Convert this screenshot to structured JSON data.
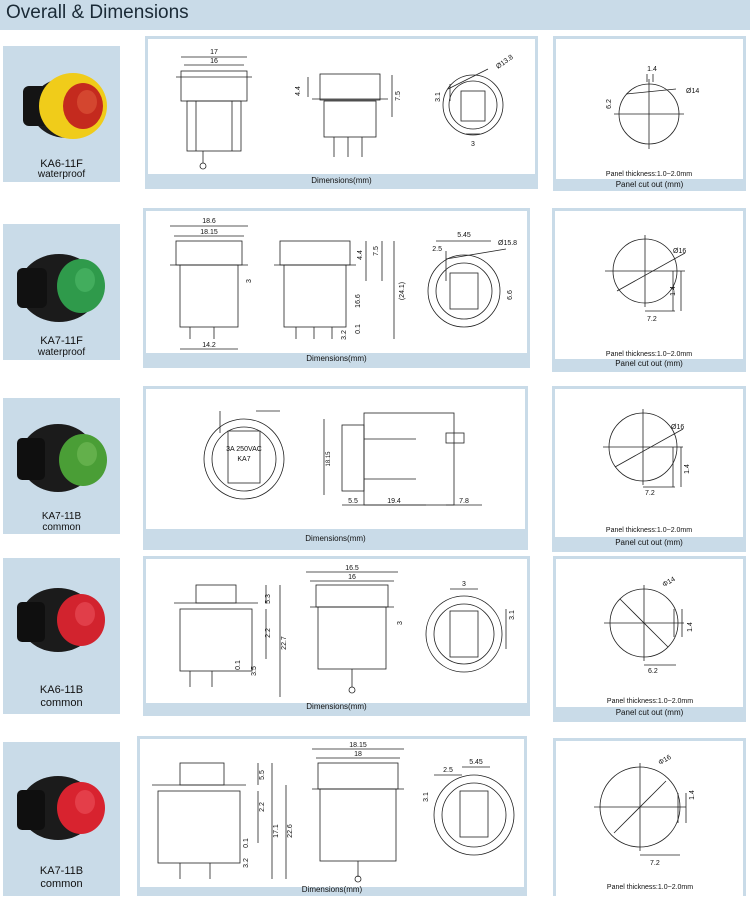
{
  "header": {
    "title": "Overall & Dimensions"
  },
  "rows": [
    {
      "model": "KA6-11F",
      "type": "waterproof",
      "cap_color": "#2e8b3a",
      "ring_color": "#f2d21e",
      "dims_caption": "Dimensions(mm)",
      "panel_thickness": "Panel thickness:1.0~2.0mm",
      "cut_caption": "Panel cut out  (mm)",
      "dims": [
        "17",
        "16",
        "4.4",
        "7.5",
        "3.1",
        "3",
        "Ø13.8"
      ],
      "cut": [
        "1.4",
        "6.2",
        "Ø14"
      ]
    },
    {
      "model": "KA7-11F",
      "type": "waterproof",
      "cap_color": "#2f9a4b",
      "ring_color": "#1b1b1b",
      "dims_caption": "Dimensions(mm)",
      "panel_thickness": "Panel thickness:1.0~2.0mm",
      "cut_caption": "Panel cut out (mm)",
      "dims": [
        "18.6",
        "18.15",
        "3",
        "14.2",
        "4.4",
        "7.5",
        "16.6",
        "0.1",
        "3.2",
        "(24.1)",
        "5.45",
        "2.5",
        "Ø15.8",
        "6.6"
      ],
      "cut": [
        "Ø16",
        "1.4",
        "7.2"
      ]
    },
    {
      "model": "KA7-11B",
      "type": "common",
      "cap_color": "#4a9e36",
      "ring_color": "#1b1b1b",
      "dims_caption": "Dimensions(mm)",
      "panel_thickness": "Panel thickness:1.0~2.0mm",
      "cut_caption": "Panel cut out (mm)",
      "dims": [
        "3A 250VAC",
        "KA7",
        "18.15",
        "5.5",
        "19.4",
        "7.8"
      ],
      "cut": [
        "Ø16",
        "1.4",
        "7.2"
      ]
    },
    {
      "model": "KA6-11B",
      "type": "common",
      "cap_color": "#d2232e",
      "ring_color": "#1b1b1b",
      "dims_caption": "Dimensions(mm)",
      "panel_thickness": "Panel thickness:1.0~2.0mm",
      "cut_caption": "Panel cut out  (mm)",
      "dims": [
        "16.5",
        "16",
        "5.3",
        "2.2",
        "22.7",
        "0.1",
        "3.5",
        "3",
        "3",
        "3.1"
      ],
      "cut": [
        "Φ14",
        "1.4",
        "6.2"
      ]
    },
    {
      "model": "KA7-11B",
      "type": "common",
      "cap_color": "#d8232f",
      "ring_color": "#1b1b1b",
      "dims_caption": "Dimensions(mm)",
      "panel_thickness": "Panel thickness:1.0~2.0mm",
      "cut_caption": "",
      "dims": [
        "18.15",
        "18",
        "5.5",
        "2.2",
        "17.1",
        "22.6",
        "0.1",
        "3.2",
        "2.5",
        "5.45",
        "3.1"
      ],
      "cut": [
        "Φ16",
        "1.4",
        "7.2"
      ]
    }
  ]
}
